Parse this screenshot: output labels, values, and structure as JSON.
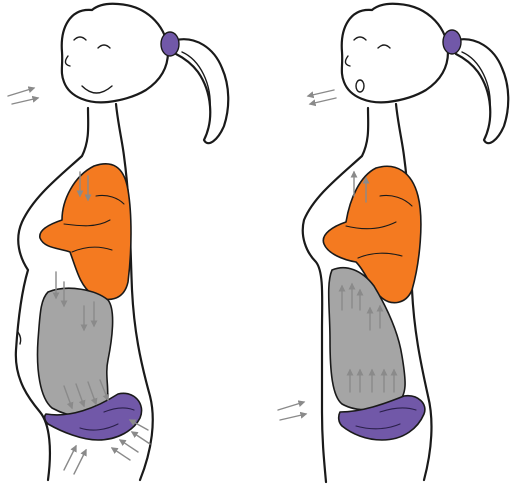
{
  "figures": [
    {
      "id": "left",
      "phase": "inhale",
      "air_arrows_direction": "in",
      "internal_arrows": "down",
      "face": "smiling"
    },
    {
      "id": "right",
      "phase": "exhale",
      "air_arrows_direction": "out",
      "internal_arrows": "up",
      "face": "open-mouth"
    }
  ],
  "colors": {
    "lungs": "#f47a20",
    "abdomen": "#a5a5a5",
    "pelvic_floor": "#7158a8",
    "hair_tie": "#7158a8",
    "outline": "#1a1a1a",
    "arrows": "#8a8a8a"
  }
}
